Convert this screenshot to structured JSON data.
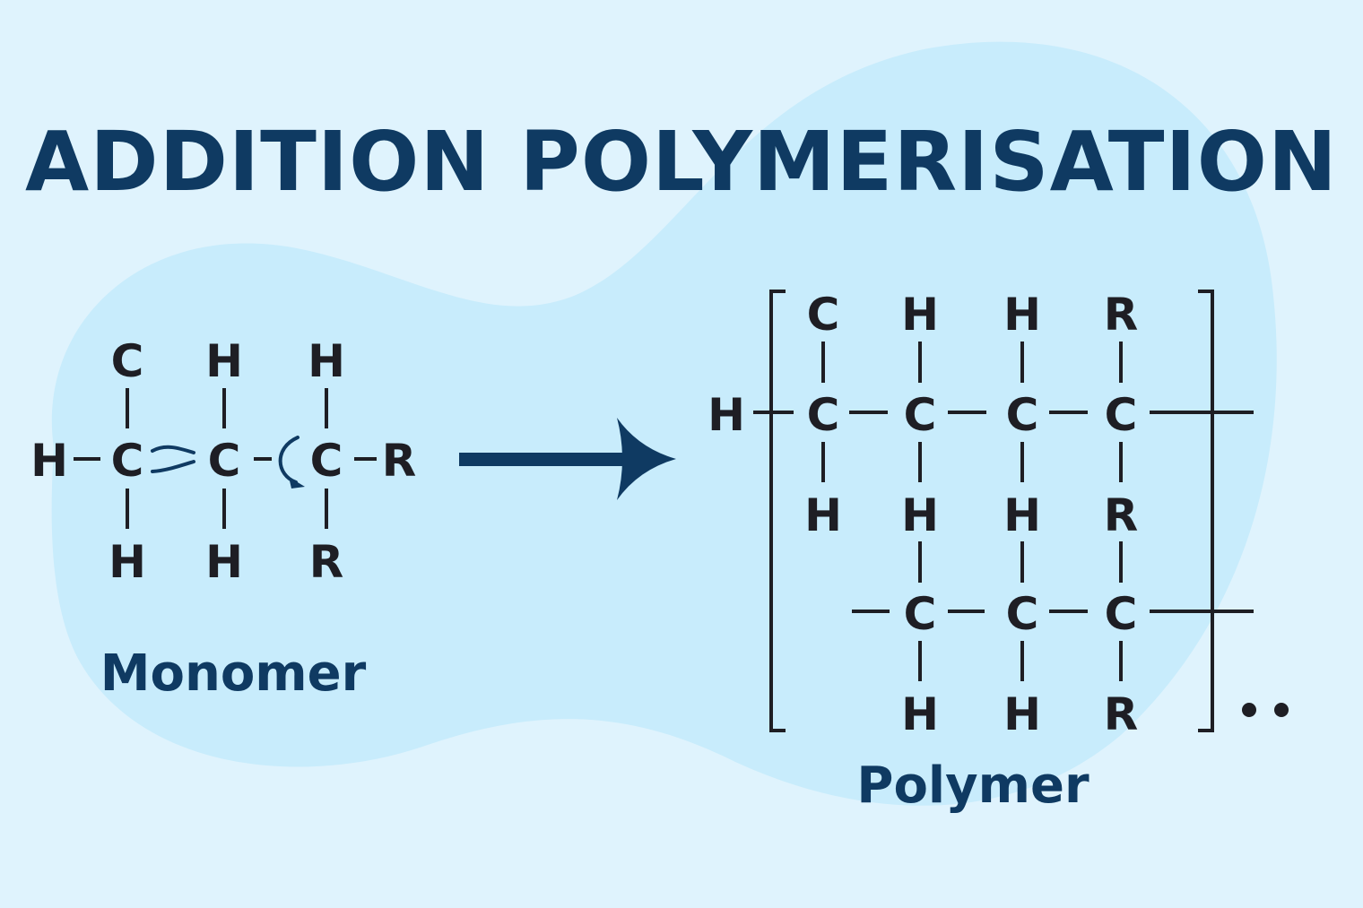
{
  "title": "ADDITION POLYMERISATION",
  "colors": {
    "background": "#dff3fd",
    "blob": "#c8ecfc",
    "title_text": "#0f3a62",
    "atom_text": "#1e1e24",
    "arrow": "#0f3a62"
  },
  "monomer": {
    "label": "Monomer",
    "top_row": [
      "C",
      "H",
      "H"
    ],
    "middle_row": [
      "H",
      "C",
      "C",
      "C",
      "R"
    ],
    "bottom_row": [
      "H",
      "H",
      "R"
    ],
    "mechanism_arrows": [
      "double-bond-opening-arrow",
      "curly-electron-arrow"
    ]
  },
  "reaction_arrow": "right-arrow",
  "polymer": {
    "label": "Polymer",
    "end_group": "H",
    "row1_top": [
      "C",
      "H",
      "H",
      "R"
    ],
    "row1_backbone": [
      "C",
      "C",
      "C",
      "C"
    ],
    "row1_bottom": [
      "H",
      "H",
      "H",
      "R"
    ],
    "row2_backbone": [
      "C",
      "C",
      "C"
    ],
    "row2_bottom": [
      "H",
      "H",
      "R"
    ],
    "continuation": "••"
  }
}
